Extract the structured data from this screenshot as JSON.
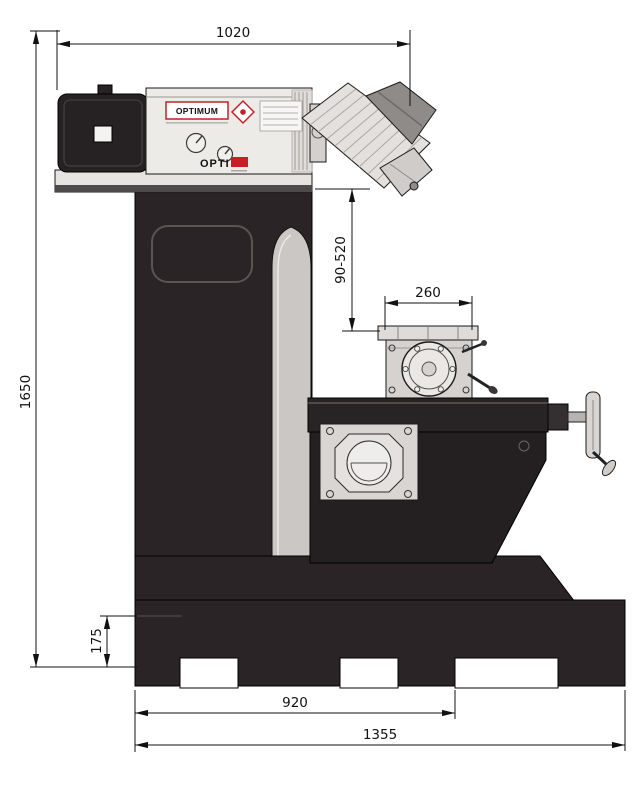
{
  "drawing": {
    "type": "technical-dimension-drawing",
    "subject": "vertical milling machine, side view with overall dimensions (mm)"
  },
  "machine": {
    "brand": "OPTIMUM",
    "model": "OPTI"
  },
  "dimensions": {
    "head_width": "1020",
    "overall_height": "1650",
    "spindle_travel": "90-520",
    "table_width": "260",
    "base_foot_height": "175",
    "base_width": "920",
    "overall_depth": "1355"
  },
  "colors": {
    "machine_dark": "#2a2426",
    "machine_light": "#e6e3e0",
    "accent_red": "#c42127",
    "line": "#111111"
  }
}
